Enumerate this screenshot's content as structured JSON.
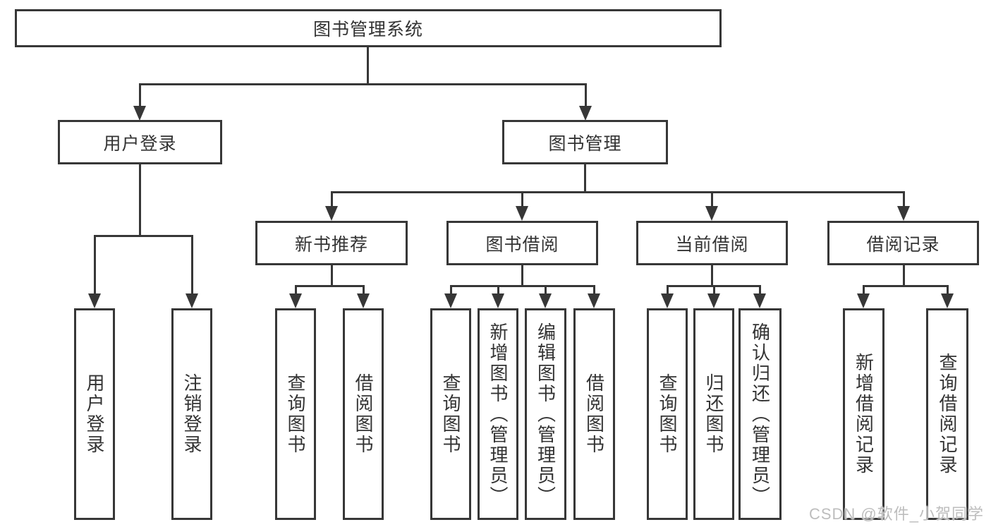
{
  "diagram": {
    "root": {
      "label": "图书管理系统"
    },
    "branches": [
      {
        "label": "用户登录",
        "children": [
          {
            "label": "用户登录"
          },
          {
            "label": "注销登录"
          }
        ]
      },
      {
        "label": "图书管理",
        "children": [
          {
            "label": "新书推荐",
            "children": [
              {
                "label": "查询图书"
              },
              {
                "label": "借阅图书"
              }
            ]
          },
          {
            "label": "图书借阅",
            "children": [
              {
                "label": "查询图书"
              },
              {
                "label": "新增图书（管理员）"
              },
              {
                "label": "编辑图书（管理员）"
              },
              {
                "label": "借阅图书"
              }
            ]
          },
          {
            "label": "当前借阅",
            "children": [
              {
                "label": "查询图书"
              },
              {
                "label": "归还图书"
              },
              {
                "label": "确认归还（管理员）"
              }
            ]
          },
          {
            "label": "借阅记录",
            "children": [
              {
                "label": "新增借阅记录"
              },
              {
                "label": "查询借阅记录"
              }
            ]
          }
        ]
      }
    ]
  },
  "watermark": {
    "text": "CSDN @软件_小贺同学"
  },
  "colors": {
    "line": "#373737",
    "text": "#333333",
    "watermark": "#bdbdbd",
    "background": "#ffffff"
  }
}
